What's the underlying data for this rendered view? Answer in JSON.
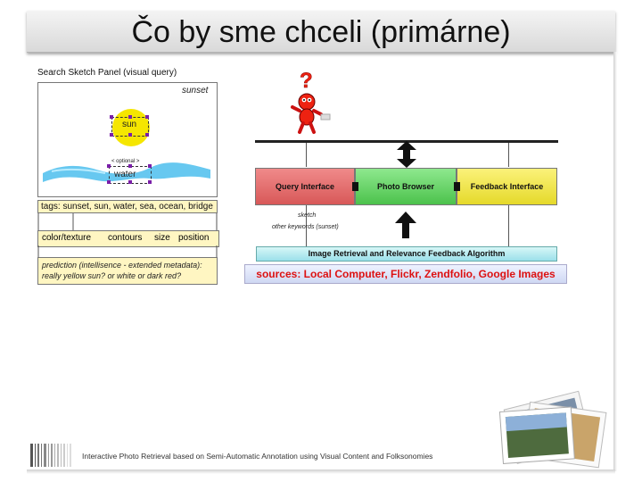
{
  "title": "Čo by sme chceli (primárne)",
  "sketch_panel": {
    "title": "Search Sketch Panel (visual query)",
    "sunset_label": "sunset",
    "sun_label": "sun",
    "optional_label": "< optional >",
    "water_label": "water"
  },
  "tags_row": "tags: sunset, sun, water, sea, ocean, bridge",
  "features": {
    "color_texture": "color/texture",
    "contours": "contours",
    "size": "size",
    "position": "position"
  },
  "prediction": {
    "line1": "prediction (intellisence - extended metadata):",
    "line2": "really yellow sun? or white or dark red?"
  },
  "diagram": {
    "query_interface": "Query Interface",
    "photo_browser": "Photo Browser",
    "feedback_interface": "Feedback Interface",
    "sketch_label": "sketch",
    "keywords_label": "other keywords (sunset)",
    "algorithm": "Image Retrieval and Relevance Feedback Algorithm",
    "sources": "sources: Local Computer, Flickr, Zendfolio, Google Images",
    "colors": {
      "query_interface": "#e66a6a",
      "photo_browser": "#5fd25f",
      "feedback_interface": "#f2e83f"
    }
  },
  "footer": "Interactive Photo Retrieval based on Semi-Automatic Annotation using Visual Content and Folksonomies"
}
